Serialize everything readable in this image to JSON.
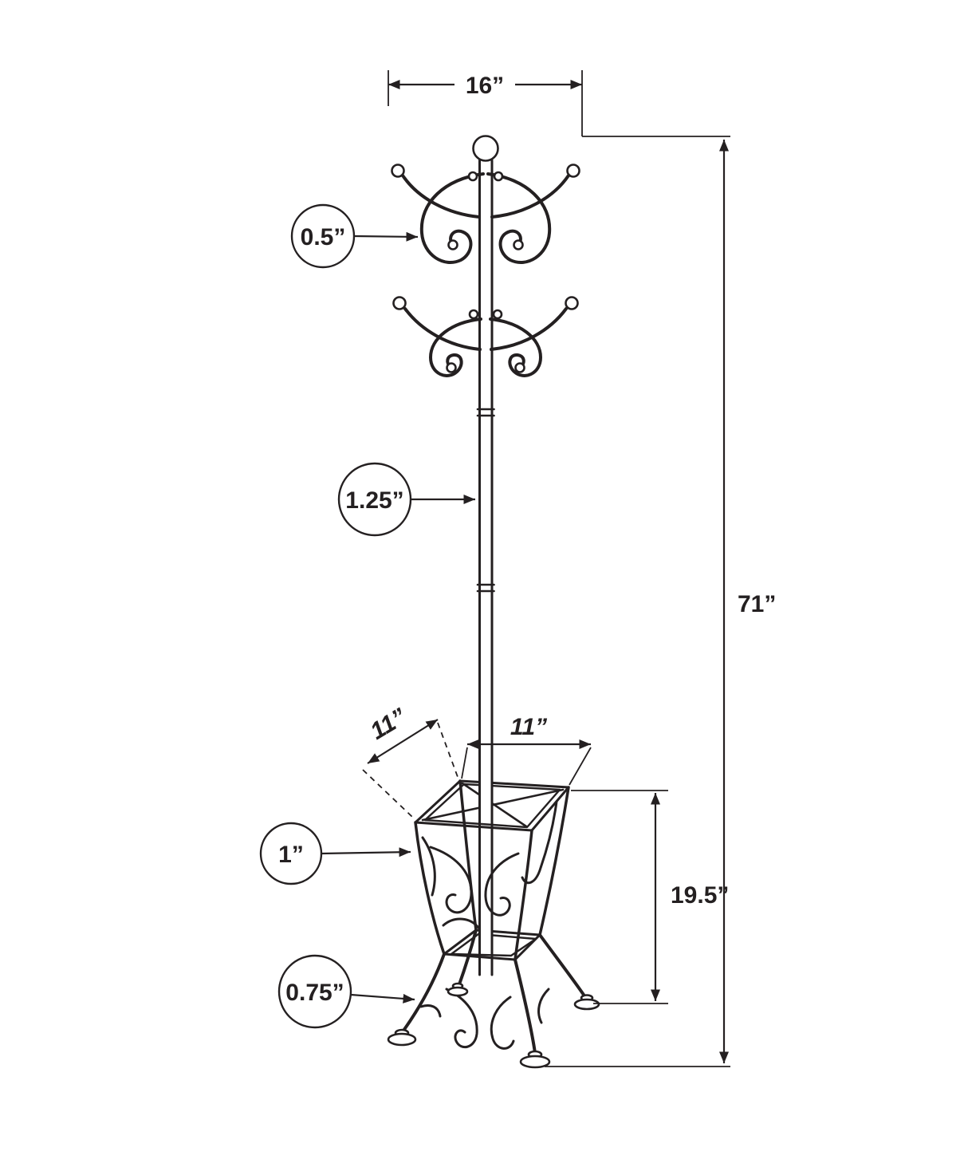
{
  "figure": {
    "type": "dimensional line drawing",
    "subject": "coat rack with umbrella stand base",
    "line_color": "#242021",
    "background_color": "#ffffff"
  },
  "labels": {
    "top_width": "16”",
    "overall_height": "71”",
    "hook_diameter": "0.5”",
    "pole_diameter": "1.25”",
    "base_depth": "11”",
    "base_width": "11”",
    "frame_tube": "1”",
    "stand_height": "19.5”",
    "foot_height": "0.75”"
  }
}
